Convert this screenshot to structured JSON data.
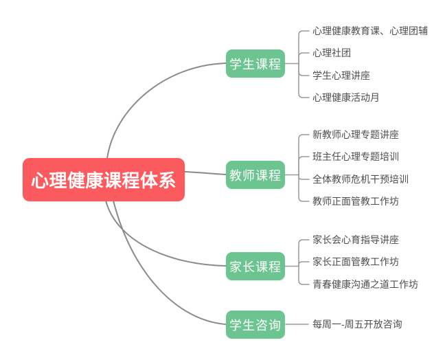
{
  "diagram": {
    "root": {
      "label": "心理健康课程体系"
    },
    "branches": [
      {
        "label": "学生课程",
        "leaves": [
          "心理健康教育课、心理团辅",
          "心理社团",
          "学生心理讲座",
          "心理健康活动月"
        ]
      },
      {
        "label": "教师课程",
        "leaves": [
          "新教师心理专题讲座",
          "班主任心理专题培训",
          "全体教师危机干预培训",
          "教师正面管教工作坊"
        ]
      },
      {
        "label": "家长课程",
        "leaves": [
          "家长会心育指导讲座",
          "家长正面管教工作坊",
          "青春健康沟通之道工作坊"
        ]
      },
      {
        "label": "学生咨询",
        "leaves": [
          "每周一-周五开放咨询"
        ]
      }
    ]
  },
  "colors": {
    "root_bg": "#FB5A5E",
    "branch_bg": "#6CC591",
    "node_text": "#FFFFFF",
    "line": "#8A8A8A",
    "leaf_line": "#999999",
    "leaf_text": "#4D4D4D",
    "background": "#FFFFFF"
  }
}
